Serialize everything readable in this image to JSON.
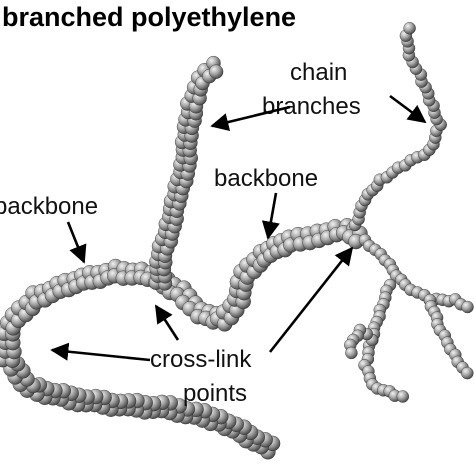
{
  "diagram": {
    "title": "branched polyethylene",
    "labels": {
      "chain_line1": "chain",
      "chain_line2": "branches",
      "backbone_right": "backbone",
      "backbone_left": "backbone",
      "crosslink_line1": "cross-link",
      "crosslink_line2": "points"
    },
    "colors": {
      "bead_light": "#f2f2f2",
      "bead_mid": "#a9a9a9",
      "bead_dark": "#3c3c3c",
      "text": "#111111",
      "background": "#ffffff"
    }
  }
}
